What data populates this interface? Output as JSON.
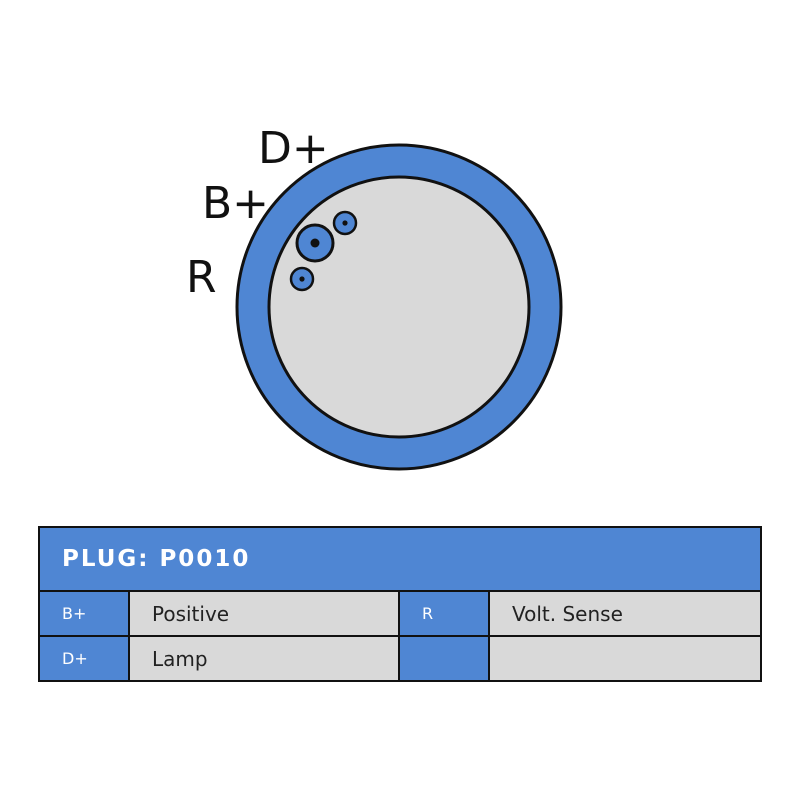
{
  "colors": {
    "ring": "#4f86d3",
    "face": "#d9d9d9",
    "outline": "#111111"
  },
  "diagram": {
    "pin_labels": {
      "d_plus": "D+",
      "b_plus": "B+",
      "r": "R"
    }
  },
  "table": {
    "header": "PLUG: P0010",
    "rows": [
      {
        "code1": "B+",
        "desc1": "Positive",
        "code2": "R",
        "desc2": "Volt. Sense"
      },
      {
        "code1": "D+",
        "desc1": "Lamp",
        "code2": "",
        "desc2": ""
      }
    ]
  }
}
